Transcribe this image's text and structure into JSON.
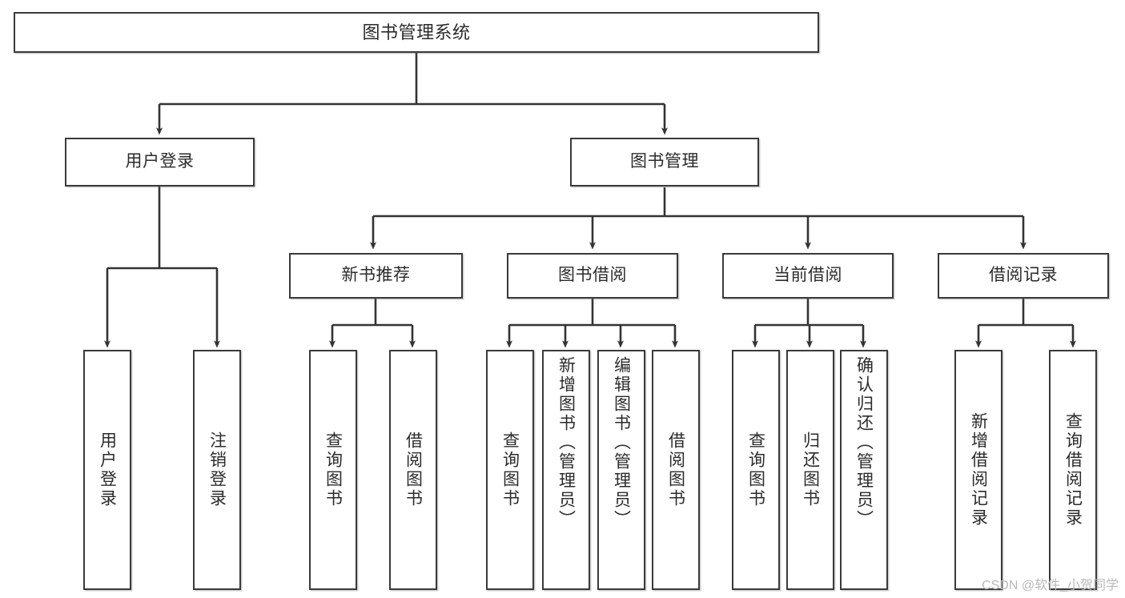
{
  "diagram": {
    "title": "图书管理系统",
    "type": "hierarchy-tree",
    "watermark": "CSDN @软件_小贺同学",
    "colors": {
      "border": "#3a3a3a",
      "background": "#ffffff",
      "text": "#2b2b2b",
      "connector": "#333333",
      "watermark": "#b9b9b9"
    },
    "root": {
      "id": "root",
      "label": "图书管理系统"
    },
    "level1": [
      {
        "id": "user-login",
        "label": "用户登录"
      },
      {
        "id": "book-manage",
        "label": "图书管理"
      }
    ],
    "level2": [
      {
        "id": "new-book-recommend",
        "label": "新书推荐",
        "parent": "book-manage"
      },
      {
        "id": "book-borrow",
        "label": "图书借阅",
        "parent": "book-manage"
      },
      {
        "id": "current-borrow",
        "label": "当前借阅",
        "parent": "book-manage"
      },
      {
        "id": "borrow-record",
        "label": "借阅记录",
        "parent": "book-manage"
      }
    ],
    "leaves": [
      {
        "id": "leaf-user-login",
        "label": "用户登录",
        "parent": "user-login"
      },
      {
        "id": "leaf-logout-login",
        "label": "注销登录",
        "parent": "user-login"
      },
      {
        "id": "leaf-query-book-1",
        "label": "查询图书",
        "parent": "new-book-recommend"
      },
      {
        "id": "leaf-borrow-book-1",
        "label": "借阅图书",
        "parent": "new-book-recommend"
      },
      {
        "id": "leaf-query-book-2",
        "label": "查询图书",
        "parent": "book-borrow"
      },
      {
        "id": "leaf-add-book",
        "label": "新增图书（管理员）",
        "parent": "book-borrow"
      },
      {
        "id": "leaf-edit-book",
        "label": "编辑图书（管理员）",
        "parent": "book-borrow"
      },
      {
        "id": "leaf-borrow-book-2",
        "label": "借阅图书",
        "parent": "book-borrow"
      },
      {
        "id": "leaf-query-book-3",
        "label": "查询图书",
        "parent": "current-borrow"
      },
      {
        "id": "leaf-return-book",
        "label": "归还图书",
        "parent": "current-borrow"
      },
      {
        "id": "leaf-confirm-return",
        "label": "确认归还（管理员）",
        "parent": "current-borrow"
      },
      {
        "id": "leaf-add-record",
        "label": "新增借阅记录",
        "parent": "borrow-record"
      },
      {
        "id": "leaf-query-record",
        "label": "查询借阅记录",
        "parent": "borrow-record"
      }
    ]
  }
}
